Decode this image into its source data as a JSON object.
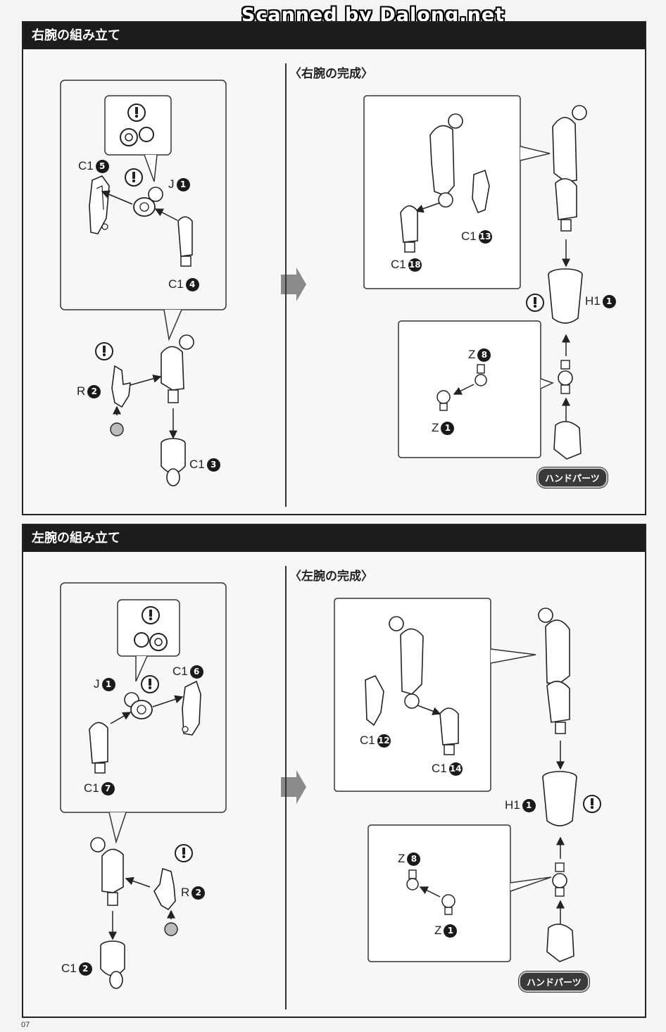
{
  "watermark": "Scanned by Dalong.net",
  "page_number": "07",
  "sections": [
    {
      "title": "右腕の組み立て",
      "completion_heading": "〈右腕の完成〉",
      "parts": {
        "c1_5": {
          "code": "C1",
          "num": "5"
        },
        "j_1": {
          "code": "J",
          "num": "1"
        },
        "c1_4": {
          "code": "C1",
          "num": "4"
        },
        "r_2": {
          "code": "R",
          "num": "2"
        },
        "c1_3": {
          "code": "C1",
          "num": "3"
        },
        "c1_13": {
          "code": "C1",
          "num": "13"
        },
        "c1_18": {
          "code": "C1",
          "num": "18"
        },
        "h1_1": {
          "code": "H1",
          "num": "1"
        },
        "z_8": {
          "code": "Z",
          "num": "8"
        },
        "z_1": {
          "code": "Z",
          "num": "1"
        }
      },
      "hand_parts_label": "ハンドパーツ"
    },
    {
      "title": "左腕の組み立て",
      "completion_heading": "〈左腕の完成〉",
      "parts": {
        "j_1": {
          "code": "J",
          "num": "1"
        },
        "c1_6": {
          "code": "C1",
          "num": "6"
        },
        "c1_7": {
          "code": "C1",
          "num": "7"
        },
        "r_2": {
          "code": "R",
          "num": "2"
        },
        "c1_2": {
          "code": "C1",
          "num": "2"
        },
        "c1_12": {
          "code": "C1",
          "num": "12"
        },
        "c1_14": {
          "code": "C1",
          "num": "14"
        },
        "h1_1": {
          "code": "H1",
          "num": "1"
        },
        "z_8": {
          "code": "Z",
          "num": "8"
        },
        "z_1": {
          "code": "Z",
          "num": "1"
        }
      },
      "hand_parts_label": "ハンドパーツ"
    }
  ],
  "colors": {
    "header_bg": "#1c1c1c",
    "arrow_gray": "#8a8a8a",
    "ink": "#222222"
  },
  "icons": [
    "exclamation-icon",
    "step-arrow-icon",
    "hand-parts-icon"
  ]
}
